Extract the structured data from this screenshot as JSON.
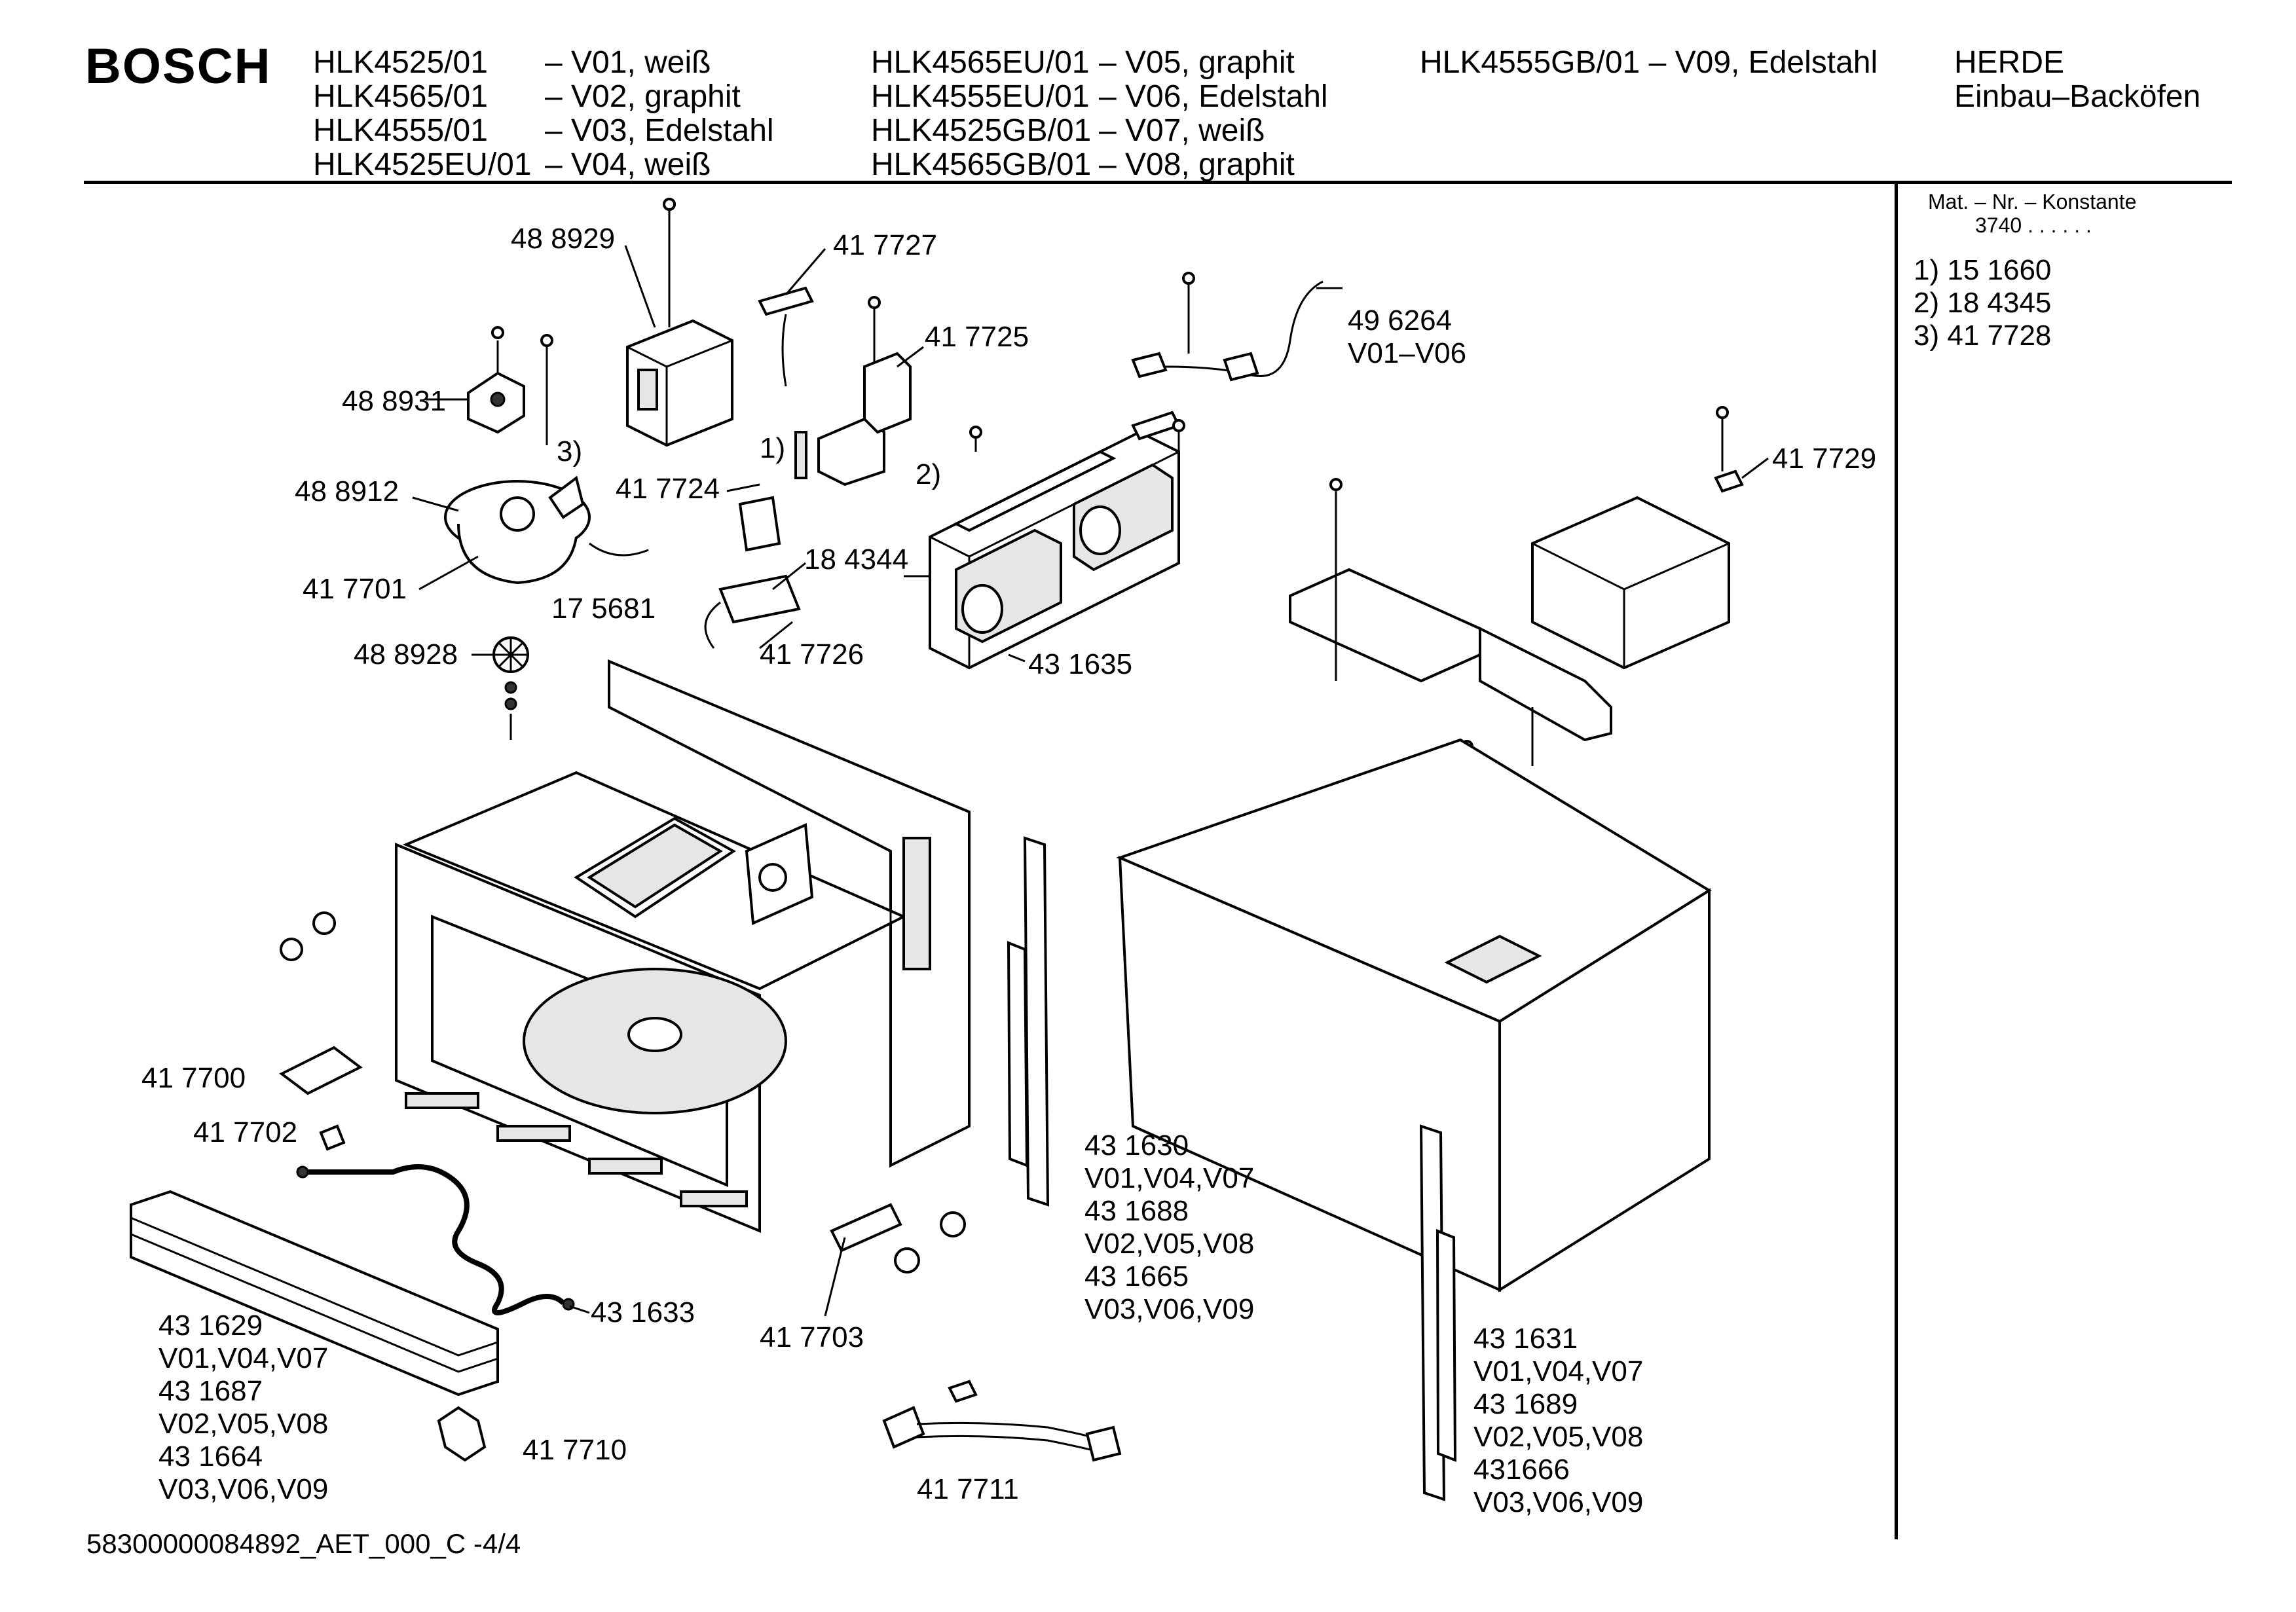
{
  "header": {
    "brand": "BOSCH",
    "col1_models": [
      "HLK4525/01",
      "HLK4565/01",
      "HLK4555/01",
      "HLK4525EU/01"
    ],
    "col1_variants": [
      "– V01, weiß",
      "– V02, graphit",
      "– V03, Edelstahl",
      "– V04, weiß"
    ],
    "col2_models": [
      "HLK4565EU/01",
      "HLK4555EU/01",
      "HLK4525GB/01",
      "HLK4565GB/01"
    ],
    "col2_variants": [
      "– V05, graphit",
      "– V06, Edelstahl",
      "– V07, weiß",
      "– V08, graphit"
    ],
    "col3_line": "HLK4555GB/01 – V09, Edelstahl",
    "category_line1": "HERDE",
    "category_line2": "Einbau–Backöfen"
  },
  "side_panel": {
    "mat_label": "Mat. – Nr. – Konstante",
    "mat_value": "3740 . . . . . .",
    "items": [
      "1) 15 1660",
      "2) 18 4345",
      "3) 41 7728"
    ]
  },
  "labels": {
    "p488929": "48 8929",
    "p417727": "41 7727",
    "p417725": "41 7725",
    "p496264": [
      "49 6264",
      "V01–V06"
    ],
    "p488931": "48 8931",
    "ref3": "3)",
    "ref1": "1)",
    "ref2": "2)",
    "p488912": "48 8912",
    "p417724": "41 7724",
    "p184344": "18 4344",
    "p417701": "41 7701",
    "p175681": "17 5681",
    "p417726": "41 7726",
    "p488928": "48 8928",
    "p431635": "43 1635",
    "p417729": "41 7729",
    "p417700": "41 7700",
    "p417702": "41 7702",
    "p431630": [
      "43 1630",
      "V01,V04,V07",
      "43 1688",
      "V02,V05,V08",
      "43 1665",
      "V03,V06,V09"
    ],
    "p431633": "43 1633",
    "p417703": "41 7703",
    "p431629": [
      "43 1629",
      "V01,V04,V07",
      "43 1687",
      "V02,V05,V08",
      "43 1664",
      "V03,V06,V09"
    ],
    "p417710": "41 7710",
    "p417711": "41 7711",
    "p431631": [
      "43 1631",
      "V01,V04,V07",
      "43 1689",
      "V02,V05,V08",
      "431666",
      "V03,V06,V09"
    ]
  },
  "footer": "58300000084892_AET_000_C   -4/4"
}
